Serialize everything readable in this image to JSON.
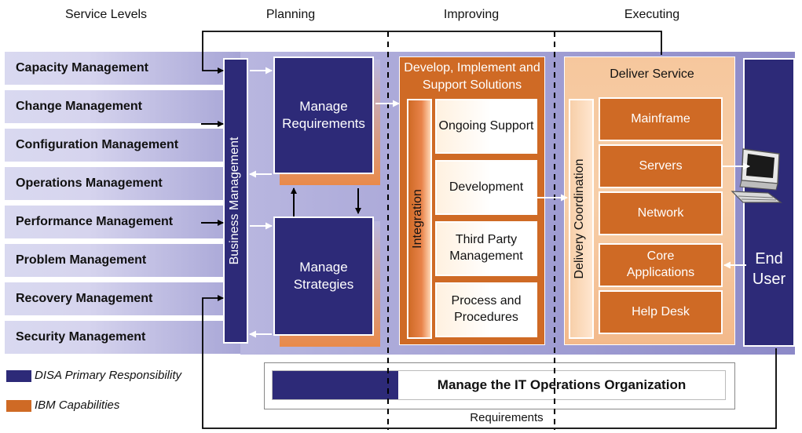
{
  "phases": {
    "service_levels": "Service Levels",
    "planning": "Planning",
    "improving": "Improving",
    "executing": "Executing"
  },
  "service_levels": [
    "Capacity Management",
    "Change Management",
    "Configuration Management",
    "Operations Management",
    "Performance Management",
    "Problem Management",
    "Recovery Management",
    "Security Management"
  ],
  "planning": {
    "business_management": "Business Management",
    "manage_requirements": "Manage Requirements",
    "manage_strategies": "Manage Strategies"
  },
  "improving": {
    "header": "Develop, Implement and Support Solutions",
    "integration": "Integration",
    "items": [
      "Ongoing Support",
      "Development",
      "Third Party Management",
      "Process and Procedures"
    ]
  },
  "executing": {
    "header": "Deliver Service",
    "delivery_coordination": "Delivery Coordination",
    "items": [
      "Mainframe",
      "Servers",
      "Network",
      "Core Applications",
      "Help Desk"
    ],
    "end_user": "End User"
  },
  "bottom": {
    "manage_org": "Manage the IT Operations Organization",
    "requirements": "Requirements"
  },
  "legend": {
    "disa": "DISA Primary Responsibility",
    "ibm": "IBM Capabilities"
  },
  "colors": {
    "disa": "#2d2a78",
    "ibm": "#cf6a25"
  }
}
